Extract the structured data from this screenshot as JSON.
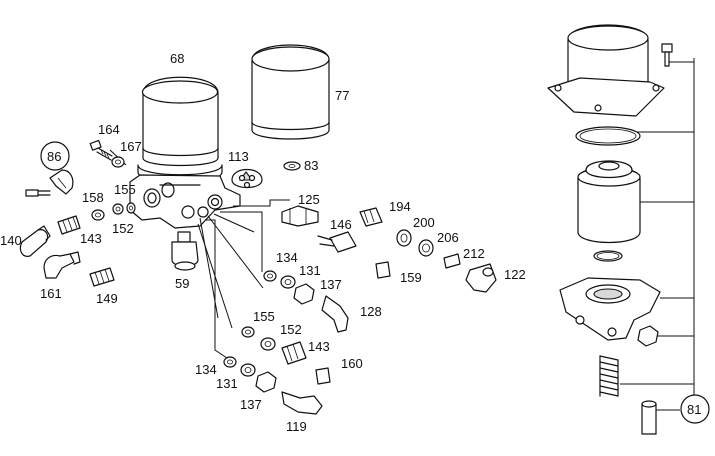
{
  "callouts": {
    "p68": "68",
    "p77": "77",
    "p86": "86",
    "p164": "164",
    "p167": "167",
    "p113": "113",
    "p83": "83",
    "p158": "158",
    "p155a": "155",
    "p143a": "143",
    "p152a": "152",
    "p140": "140",
    "p161": "161",
    "p149": "149",
    "p59": "59",
    "p125": "125",
    "p194": "194",
    "p146": "146",
    "p200": "200",
    "p206": "206",
    "p212": "212",
    "p122": "122",
    "p134a": "134",
    "p131a": "131",
    "p159": "159",
    "p137a": "137",
    "p128": "128",
    "p155b": "155",
    "p152b": "152",
    "p143b": "143",
    "p160": "160",
    "p134b": "134",
    "p131b": "131",
    "p137b": "137",
    "p119": "119",
    "p81": "81"
  }
}
